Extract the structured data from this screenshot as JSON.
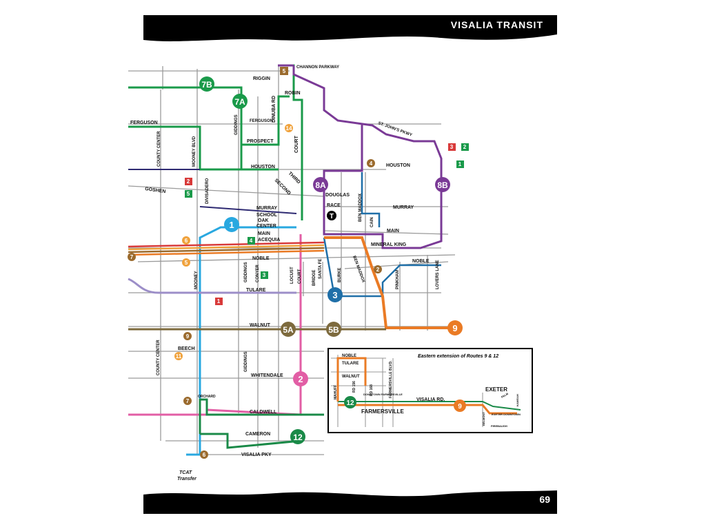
{
  "header": {
    "title": "VISALIA TRANSIT"
  },
  "footer": {
    "page_number": "69"
  },
  "colors": {
    "route_1": "#29a8e0",
    "route_2": "#e25ea5",
    "route_3": "#1f6fa8",
    "route_4": "#9b6b2e",
    "route_5": "#f0a23c",
    "route_6": "#d83a3a",
    "route_7": "#1a9a4a",
    "route_8": "#7a3a96",
    "route_9": "#ea7b25",
    "route_12": "#1a8a48",
    "route_5ab": "#7d6a3d",
    "route_lavender": "#9c8ec8",
    "route_navy": "#2e2a72",
    "street": "#9a9a9a"
  },
  "route_badges": {
    "r7b": "7B",
    "r7a": "7A",
    "r8a": "8A",
    "r8b": "8B",
    "r1": "1",
    "r3": "3",
    "r9": "9",
    "r5a": "5A",
    "r5b": "5B",
    "r2": "2",
    "r12": "12",
    "r9_inset": "9",
    "r12_inset": "12"
  },
  "small_badges": {
    "b5_top": "5",
    "b14": "14",
    "b4": "4",
    "b6": "6",
    "b5_left": "5",
    "b7_left": "7",
    "b2": "2",
    "b9": "9",
    "b11": "11",
    "b7_bottom": "7",
    "b6_bottom": "6",
    "sq3": "3",
    "sq2": "2",
    "sq1": "1",
    "sq2_red": "2",
    "sq5": "5",
    "sq4": "4",
    "sq3_green": "3",
    "sq1_red": "1"
  },
  "streets": {
    "riggin": "RIGGIN",
    "channon": "CHANNON PARKWAY",
    "robin": "ROBIN",
    "dinuba": "DINUBA RD",
    "ferguson_l": "FERGUSON",
    "ferguson_c": "FERGUSON",
    "st_johns": "ST. JOHN'S PKWY",
    "prospect": "PROSPECT",
    "court_n": "COURT",
    "county_center_n": "COUNTY CENTER",
    "mooney_blvd": "MOONEY BLVD",
    "giddings_n": "GIDDINGS",
    "houston_l": "HOUSTON",
    "houston_r": "HOUSTON",
    "third": "THIRD",
    "second": "SECOND",
    "goshen": "GOSHEN",
    "divisadero": "DIVISADERO",
    "douglas": "DOUGLAS",
    "ben_maddox_n": "BEN MADDOX",
    "race": "RACE",
    "murray_l": "MURRAY",
    "murray_r": "MURRAY",
    "school": "SCHOOL",
    "oak": "OAK",
    "center": "CENTER",
    "cain": "CAIN",
    "main_l": "MAIN",
    "main_r": "MAIN",
    "acequia": "ACEQUIA",
    "mineral_king": "MINERAL KING",
    "noble_l": "NOBLE",
    "noble_r": "NOBLE",
    "ben_maddox_s": "BEN MADDOX",
    "giddings_c": "GIDDINGS",
    "conyer": "CONYER",
    "locust": "LOCUST",
    "court_s": "COURT",
    "bridge": "BRIDGE",
    "santa_fe": "SANTA FE",
    "burke": "BURKE",
    "pinkham": "PINKHAM",
    "lovers_lane": "LOVERS LANE",
    "mooney": "MOONEY",
    "tulare": "TULARE",
    "walnut": "WALNUT",
    "county_center_s": "COUNTY CENTER",
    "beech": "BEECH",
    "giddings_s": "GIDDINGS",
    "whitendale": "WHITENDALE",
    "orchard": "ORCHARD",
    "caldwell": "CALDWELL",
    "cameron": "CAMERON",
    "visalia_pky": "VISALIA PKY",
    "tcat": "TCAT",
    "transfer": "Transfer",
    "transit_center": "T"
  },
  "inset": {
    "title": "Eastern extension of Routes 9 & 12",
    "noble": "NOBLE",
    "tulare": "TULARE",
    "walnut": "WALNUT",
    "farmersville_blvd": "FARMERSVILLE BLVD.",
    "visalia_rd": "VISALIA RD.",
    "farmersville": "FARMERSVILLE",
    "exeter": "EXETER",
    "rd_156": "RD 156",
    "rd_168": "RD 168",
    "mahuff": "MAHUFF",
    "downtown_farmersville": "DOWNTOWN FARMERSVILLE",
    "exeter_downtown": "EXETER DOWNTOWN",
    "belmont": "BELMONT",
    "firebaugh": "FIREBAUGH",
    "palm": "PALM",
    "kaweah": "KAWEAH"
  }
}
